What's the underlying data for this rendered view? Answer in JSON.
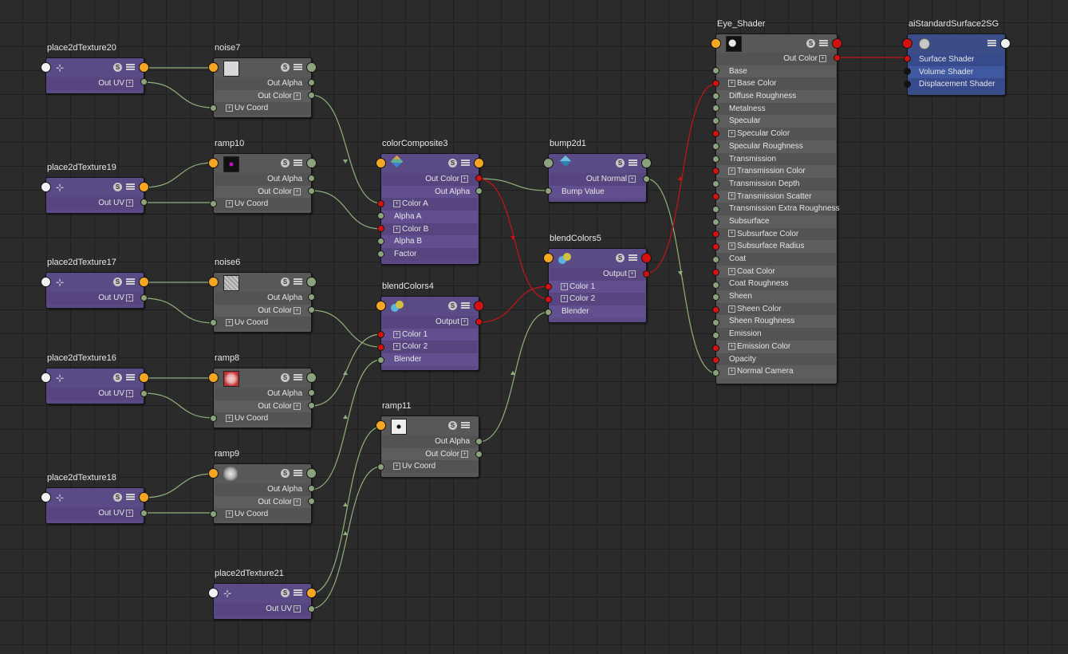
{
  "app": {
    "view": "Node Editor"
  },
  "labels": {
    "out_uv": "Out UV",
    "out_alpha": "Out Alpha",
    "out_color": "Out Color",
    "uv_coord": "Uv Coord",
    "color_a": "Color A",
    "alpha_a": "Alpha A",
    "color_b": "Color B",
    "alpha_b": "Alpha B",
    "factor": "Factor",
    "out_normal": "Out Normal",
    "bump_value": "Bump Value",
    "output": "Output",
    "color_1": "Color 1",
    "color_2": "Color 2",
    "blender": "Blender",
    "swatch_icon": "S"
  },
  "icons": {
    "swatch": "swatch-toggle-icon",
    "layout": "port-layout-icon",
    "place2d": "place2d-texture-icon",
    "noise": "noise-texture-icon",
    "ramp": "ramp-texture-icon",
    "composite": "color-composite-icon",
    "bump": "bump-icon",
    "blend": "blend-colors-icon",
    "shader": "eye-shader-swatch-icon",
    "sg": "shading-group-icon"
  },
  "colors": {
    "node_gray": "#585858",
    "node_purple": "#5a4a86",
    "node_blue": "#3a4d86",
    "port_orange": "#f5a623",
    "port_green": "#8ba37d",
    "port_red": "#d21111",
    "wire_green": "#8fb07d",
    "wire_red": "#c81414"
  },
  "nodes": {
    "place2dTexture20": "place2dTexture20",
    "place2dTexture19": "place2dTexture19",
    "place2dTexture17": "place2dTexture17",
    "place2dTexture16": "place2dTexture16",
    "place2dTexture18": "place2dTexture18",
    "place2dTexture21": "place2dTexture21",
    "noise7": "noise7",
    "ramp10": "ramp10",
    "noise6": "noise6",
    "ramp8": "ramp8",
    "ramp9": "ramp9",
    "colorComposite3": "colorComposite3",
    "blendColors4": "blendColors4",
    "ramp11": "ramp11",
    "bump2d1": "bump2d1",
    "blendColors5": "blendColors5",
    "eye_shader": "Eye_Shader",
    "shading_group": "aiStandardSurface2SG"
  },
  "eye_shader": {
    "out_color": "Out Color",
    "attributes": [
      "Base",
      "Base Color",
      "Diffuse Roughness",
      "Metalness",
      "Specular",
      "Specular Color",
      "Specular Roughness",
      "Transmission",
      "Transmission Color",
      "Transmission Depth",
      "Transmission Scatter",
      "Transmission Extra Roughness",
      "Subsurface",
      "Subsurface Color",
      "Subsurface Radius",
      "Coat",
      "Coat Color",
      "Coat Roughness",
      "Sheen",
      "Sheen Color",
      "Sheen Roughness",
      "Emission",
      "Emission Color",
      "Opacity",
      "Normal Camera"
    ]
  },
  "shading_group": {
    "attributes": [
      "Surface Shader",
      "Volume Shader",
      "Displacement Shader"
    ]
  }
}
